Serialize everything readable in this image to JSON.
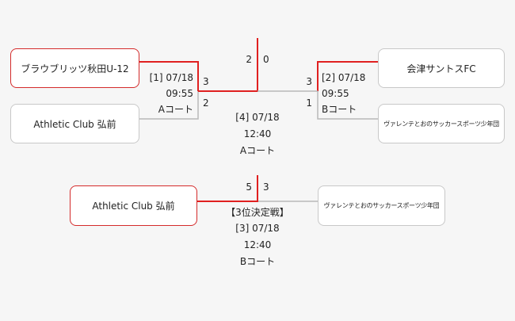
{
  "teams": {
    "left_top": "ブラウブリッツ秋田U-12",
    "left_bottom": "Athletic Club 弘前",
    "right_top": "会津サントスFC",
    "right_bottom": "ヴァレンテとおのサッカースポーツ少年団",
    "third_left": "Athletic Club 弘前",
    "third_right": "ヴァレンテとおのサッカースポーツ少年団"
  },
  "match1": {
    "label": "[1] 07/18",
    "time": "09:55",
    "court": "Aコート",
    "score_top": "3",
    "score_bottom": "2"
  },
  "match2": {
    "label": "[2] 07/18",
    "time": "09:55",
    "court": "Bコート",
    "score_top": "3",
    "score_bottom": "1"
  },
  "final": {
    "score_left": "2",
    "score_right": "0",
    "label": "[4] 07/18",
    "time": "12:40",
    "court": "Aコート"
  },
  "third": {
    "title": "【3位決定戦】",
    "score_left": "5",
    "score_right": "3",
    "label": "[3] 07/18",
    "time": "12:40",
    "court": "Bコート"
  },
  "colors": {
    "win": "#e02020",
    "lose": "#b8b8b8"
  }
}
